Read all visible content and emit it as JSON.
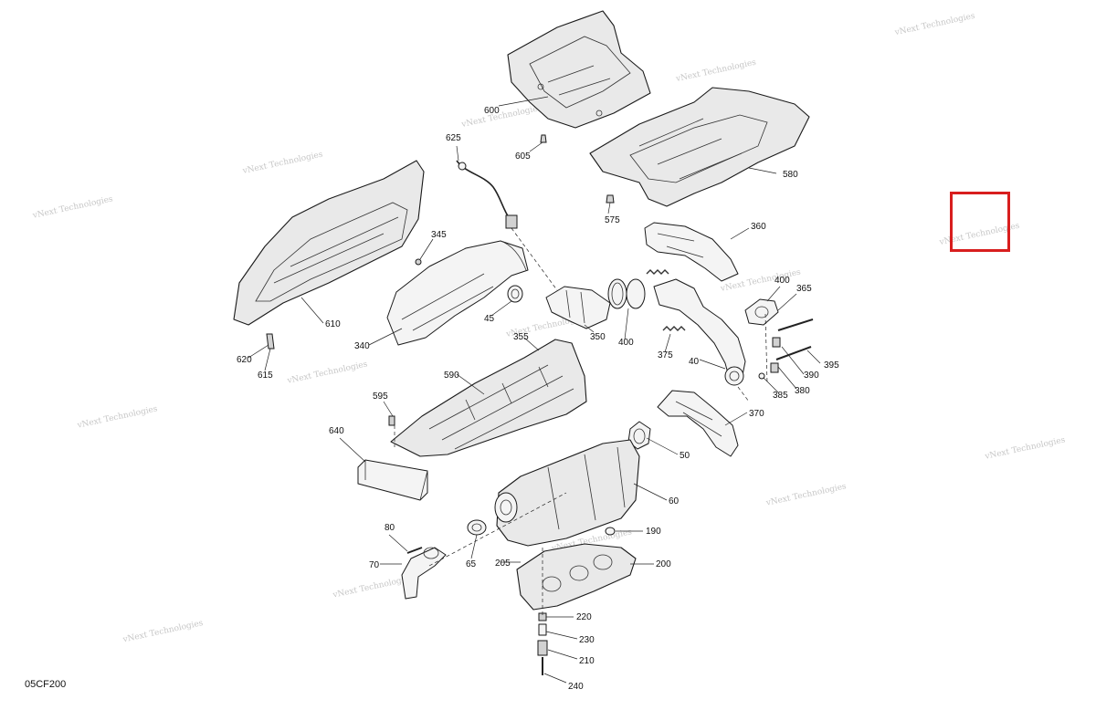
{
  "diagram_code": "05CF200",
  "watermark_text": "vNext Technologies",
  "highlight_color": "#d81e1e",
  "callouts": [
    "600",
    "605",
    "625",
    "580",
    "575",
    "345",
    "360",
    "400",
    "365",
    "610",
    "620",
    "615",
    "340",
    "45",
    "350",
    "400",
    "375",
    "40",
    "395",
    "390",
    "385",
    "380",
    "355",
    "590",
    "595",
    "370",
    "640",
    "50",
    "60",
    "80",
    "190",
    "70",
    "65",
    "205",
    "200",
    "220",
    "230",
    "210",
    "240"
  ]
}
